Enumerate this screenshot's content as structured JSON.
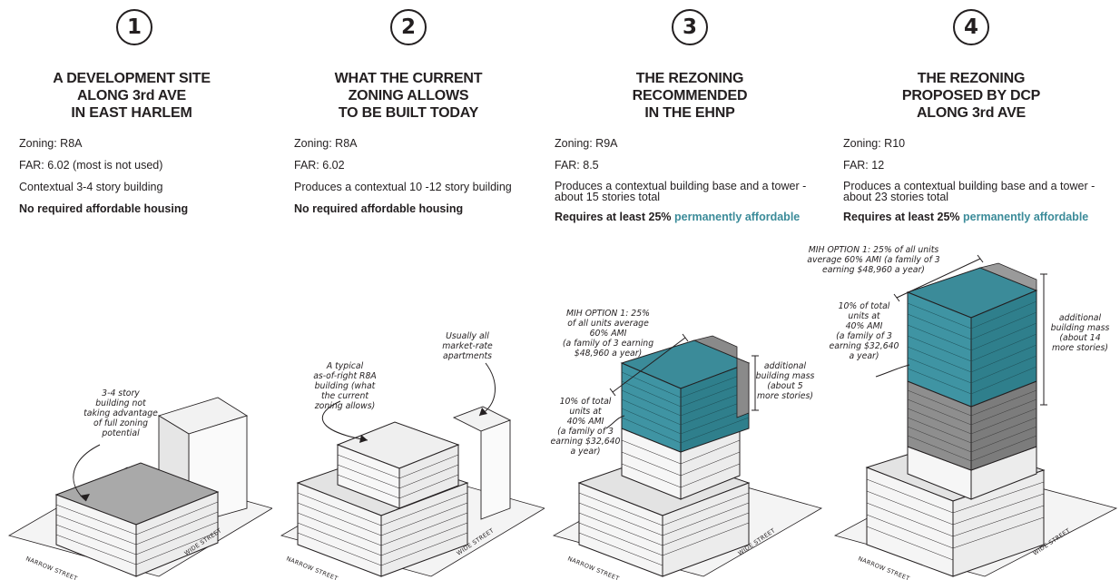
{
  "colors": {
    "affordable": "#3b8b99",
    "gray_mass": "#8a8a8a",
    "light_mass": "#efefef",
    "line": "#231f20"
  },
  "panels": [
    {
      "number": "1",
      "title": "A DEVELOPMENT SITE\nALONG 3rd AVE\nIN EAST HARLEM",
      "zoning": "Zoning: R8A",
      "far": "FAR: 6.02 (most is not used)",
      "description": "Contextual 3-4 story building",
      "requirement": "No required affordable housing",
      "notes": [
        "3-4 story\nbuilding not\ntaking advantage\nof full zoning\npotential"
      ],
      "streets": {
        "narrow": "NARROW STREET",
        "wide": "WIDE STREET"
      }
    },
    {
      "number": "2",
      "title": "WHAT THE CURRENT\nZONING ALLOWS\nTO BE BUILT TODAY",
      "zoning": "Zoning: R8A",
      "far": "FAR: 6.02",
      "description": "Produces a contextual 10 -12 story building",
      "requirement": "No required affordable housing",
      "notes": [
        "A typical\nas-of-right R8A\nbuilding (what\nthe current\nzoning allows)",
        "Usually all\nmarket-rate\napartments"
      ],
      "streets": {
        "narrow": "NARROW STREET",
        "wide": "WIDE STREET"
      }
    },
    {
      "number": "3",
      "title": "THE REZONING\nRECOMMENDED\nIN THE EHNP",
      "zoning": "Zoning: R9A",
      "far": "FAR: 8.5",
      "description": "Produces a contextual building base and a tower -\nabout 15 stories total",
      "requirement_prefix": "Requires at least 25% ",
      "requirement_accent": "permanently affordable",
      "notes": [
        "MIH OPTION 1: 25%\nof all units average\n60% AMI\n(a family of 3 earning\n$48,960 a year)",
        "10% of total\nunits at\n40% AMI\n(a family of 3\nearning $32,640\na year)",
        "additional\nbuilding mass\n(about 5\nmore stories)"
      ],
      "streets": {
        "narrow": "NARROW STREET",
        "wide": "WIDE STREET"
      }
    },
    {
      "number": "4",
      "title": "THE REZONING\nPROPOSED BY DCP\nALONG 3rd AVE",
      "zoning": "Zoning: R10",
      "far": "FAR: 12",
      "description": "Produces a contextual building base and a tower -\nabout 23 stories total",
      "requirement_prefix": "Requires at least 25% ",
      "requirement_accent": "permanently affordable",
      "notes": [
        "MIH OPTION 1: 25% of all units\naverage 60% AMI (a family of 3\nearning $48,960 a year)",
        "10% of total\nunits at\n40% AMI\n(a family of 3\nearning $32,640\na year)",
        "additional\nbuilding mass\n(about 14\nmore stories)"
      ],
      "streets": {
        "narrow": "NARROW STREET",
        "wide": "WIDE STREET"
      }
    }
  ]
}
